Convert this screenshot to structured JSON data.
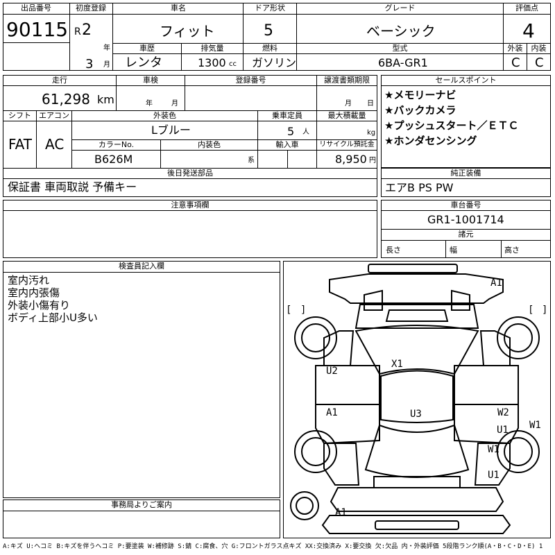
{
  "top": {
    "lot_no_label": "出品番号",
    "lot_no": "90115",
    "first_reg_label": "初度登録",
    "era": "R",
    "year": "2",
    "year_unit": "年",
    "month": "3",
    "month_unit": "月",
    "car_name_label": "車名",
    "car_name": "フィット",
    "door_label": "ドア形状",
    "doors": "5",
    "grade_label": "グレード",
    "grade": "ベーシック",
    "score_label": "評価点",
    "score": "4",
    "history_label": "車歴",
    "history": "レンタ",
    "displacement_label": "排気量",
    "displacement": "1300",
    "cc_unit": "cc",
    "fuel_label": "燃料",
    "fuel": "ガソリン",
    "model_label": "型式",
    "model": "6BA-GR1",
    "ext_label": "外装",
    "ext_grade": "C",
    "int_label": "内装",
    "int_grade": "C"
  },
  "mid": {
    "mileage_label": "走行",
    "mileage": "61,298",
    "km_unit": "km",
    "inspection_label": "車検",
    "year_unit": "年",
    "month_unit": "月",
    "reg_no_label": "登録番号",
    "transfer_label": "譲渡書類期限",
    "day_unit": "日",
    "shift_label": "シフト",
    "shift": "FAT",
    "ac_label": "エアコン",
    "ac": "AC",
    "ext_color_label": "外装色",
    "ext_color": "Lブルー",
    "capacity_label": "乗車定員",
    "capacity": "5",
    "capacity_unit": "人",
    "max_load_label": "最大積載量",
    "kg_unit": "kg",
    "color_no_label": "カラーNo.",
    "color_no": "B626M",
    "int_color_label": "内装色",
    "int_color_unit": "系",
    "import_label": "輸入車",
    "recycle_label": "リサイクル預託金",
    "recycle": "8,950",
    "yen_unit": "円",
    "later_label": "後日発送部品",
    "later_parts": "保証書 車両取説 予備キー",
    "notes_label": "注意事項欄"
  },
  "right": {
    "sales_label": "セールスポイント",
    "sales_points": [
      "★メモリーナビ",
      "★バックカメラ",
      "★プッシュスタート／ＥＴＣ",
      "★ホンダセンシング"
    ],
    "equip_label": "純正装備",
    "equipment": "エアB PS PW",
    "chassis_label": "車台番号",
    "chassis": "GR1-1001714",
    "dims_label": "諸元",
    "length_label": "長さ",
    "width_label": "幅",
    "height_label": "高さ"
  },
  "inspector": {
    "label": "検査員記入欄",
    "notes": [
      "室内汚れ",
      "室内内張傷",
      "外装小傷有り",
      "ボディ上部小U多い"
    ]
  },
  "office": {
    "label": "事務局よりご案内"
  },
  "diagram": {
    "bracket_open": "[",
    "bracket_close": "]",
    "marks": {
      "m1": "A1",
      "m2": "X1",
      "m3": "U2",
      "m4": "A1",
      "m5": "U3",
      "m6": "W2",
      "m7": "U1",
      "m8": "W1",
      "m9": "W1",
      "m10": "U1",
      "m11": "A1"
    }
  },
  "legend": "A:キズ U:ヘコミ B:キズを伴うヘコミ P:要塗装 W:補修跡 S:錆 C:腐食、穴 G:フロントガラス点キズ XX:交換済み X:要交換 欠:欠品 内・外装評価 5段階ランク順(A・B・C・D・E) 1"
}
